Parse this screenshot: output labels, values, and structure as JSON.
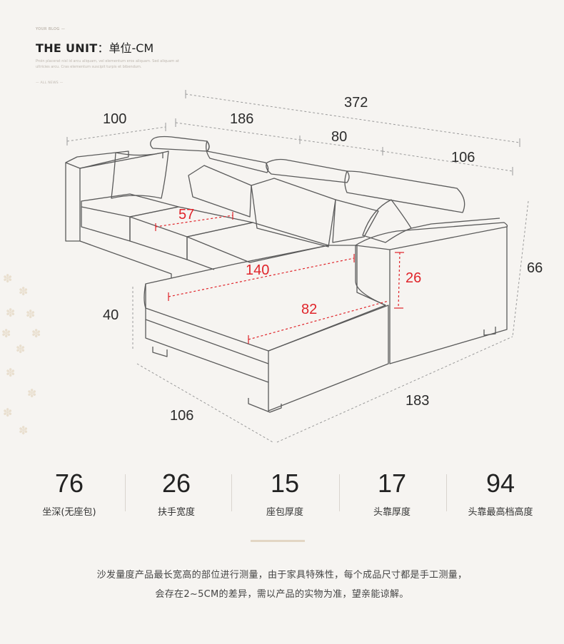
{
  "header": {
    "eyebrow": "YOUR BLOG —",
    "title_en": "THE UNIT",
    "title_sep": "：",
    "title_cn": "单位-CM",
    "subtext": "Proin placerat nisl id arcu aliquam, vel elementum eros aliquam. Sed aliquam at ultricies arcu. Cras elementum suscipit turpis et bibendum.",
    "tag": "— ALL NEWS —"
  },
  "dimensions": {
    "total_length": "372",
    "depth_left": "100",
    "back_left": "186",
    "back_mid": "80",
    "back_right": "106",
    "seat_width": "57",
    "chaise_length": "140",
    "armrest_inner": "26",
    "chaise_width": "82",
    "seat_height": "40",
    "total_height": "66",
    "chaise_front": "106",
    "right_length": "183"
  },
  "stats": [
    {
      "value": "76",
      "label": "坐深(无座包)"
    },
    {
      "value": "26",
      "label": "扶手宽度"
    },
    {
      "value": "15",
      "label": "座包厚度"
    },
    {
      "value": "17",
      "label": "头靠厚度"
    },
    {
      "value": "94",
      "label": "头靠最高档高度"
    }
  ],
  "notes": {
    "line1": "沙发量度产品最长宽高的部位进行测量，由于家具特殊性，每个成品尺寸都是手工测量，",
    "line2": "会存在2~5CM的差异，需以产品的实物为准，望亲能谅解。"
  },
  "colors": {
    "background": "#f6f4f1",
    "line": "#5a5a5a",
    "dimension_line": "#9a9a9a",
    "accent_red": "#e0242a",
    "flower": "#e9dfcf",
    "divider": "#e2d6c4"
  }
}
